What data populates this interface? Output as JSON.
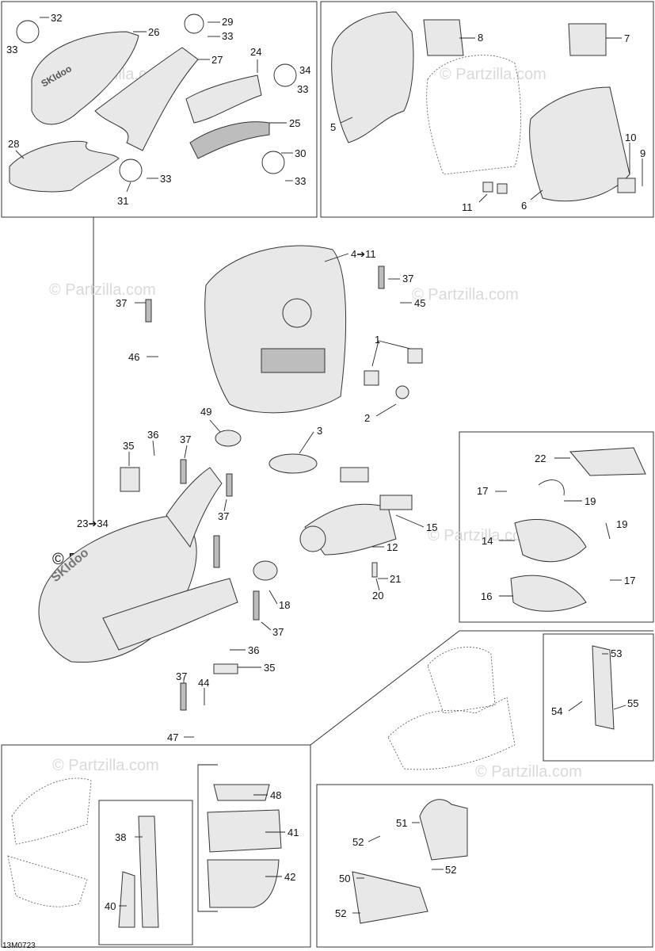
{
  "diagram": {
    "drawing_code": "13M0723",
    "watermark_text": "© Partzilla.com",
    "labels": [
      {
        "id": "32",
        "text": "32"
      },
      {
        "id": "26",
        "text": "26"
      },
      {
        "id": "29",
        "text": "29"
      },
      {
        "id": "33a",
        "text": "33"
      },
      {
        "id": "33b",
        "text": "33"
      },
      {
        "id": "27",
        "text": "27"
      },
      {
        "id": "24",
        "text": "24"
      },
      {
        "id": "34",
        "text": "34"
      },
      {
        "id": "33c",
        "text": "33"
      },
      {
        "id": "25",
        "text": "25"
      },
      {
        "id": "28",
        "text": "28"
      },
      {
        "id": "30",
        "text": "30"
      },
      {
        "id": "33d",
        "text": "33"
      },
      {
        "id": "33e",
        "text": "33"
      },
      {
        "id": "31",
        "text": "31"
      },
      {
        "id": "8",
        "text": "8"
      },
      {
        "id": "7",
        "text": "7"
      },
      {
        "id": "5",
        "text": "5"
      },
      {
        "id": "10",
        "text": "10"
      },
      {
        "id": "9",
        "text": "9"
      },
      {
        "id": "11",
        "text": "11"
      },
      {
        "id": "6",
        "text": "6"
      },
      {
        "id": "4-11",
        "text": "4➔11"
      },
      {
        "id": "37a",
        "text": "37"
      },
      {
        "id": "37b",
        "text": "37"
      },
      {
        "id": "45",
        "text": "45"
      },
      {
        "id": "46",
        "text": "46"
      },
      {
        "id": "1",
        "text": "1"
      },
      {
        "id": "2",
        "text": "2"
      },
      {
        "id": "49",
        "text": "49"
      },
      {
        "id": "3",
        "text": "3"
      },
      {
        "id": "36a",
        "text": "36"
      },
      {
        "id": "35a",
        "text": "35"
      },
      {
        "id": "37c",
        "text": "37"
      },
      {
        "id": "23-34",
        "text": "23➔34"
      },
      {
        "id": "37d",
        "text": "37"
      },
      {
        "id": "15",
        "text": "15"
      },
      {
        "id": "12",
        "text": "12"
      },
      {
        "id": "21",
        "text": "21"
      },
      {
        "id": "20",
        "text": "20"
      },
      {
        "id": "18",
        "text": "18"
      },
      {
        "id": "37e",
        "text": "37"
      },
      {
        "id": "36b",
        "text": "36"
      },
      {
        "id": "35b",
        "text": "35"
      },
      {
        "id": "37f",
        "text": "37"
      },
      {
        "id": "44",
        "text": "44"
      },
      {
        "id": "47",
        "text": "47"
      },
      {
        "id": "22",
        "text": "22"
      },
      {
        "id": "17a",
        "text": "17"
      },
      {
        "id": "19a",
        "text": "19"
      },
      {
        "id": "14",
        "text": "14"
      },
      {
        "id": "19b",
        "text": "19"
      },
      {
        "id": "16",
        "text": "16"
      },
      {
        "id": "17b",
        "text": "17"
      },
      {
        "id": "53",
        "text": "53"
      },
      {
        "id": "54",
        "text": "54"
      },
      {
        "id": "55",
        "text": "55"
      },
      {
        "id": "48",
        "text": "48"
      },
      {
        "id": "41",
        "text": "41"
      },
      {
        "id": "38",
        "text": "38"
      },
      {
        "id": "42",
        "text": "42"
      },
      {
        "id": "40",
        "text": "40"
      },
      {
        "id": "51",
        "text": "51"
      },
      {
        "id": "52a",
        "text": "52"
      },
      {
        "id": "52b",
        "text": "52"
      },
      {
        "id": "50",
        "text": "50"
      },
      {
        "id": "52c",
        "text": "52"
      }
    ]
  }
}
